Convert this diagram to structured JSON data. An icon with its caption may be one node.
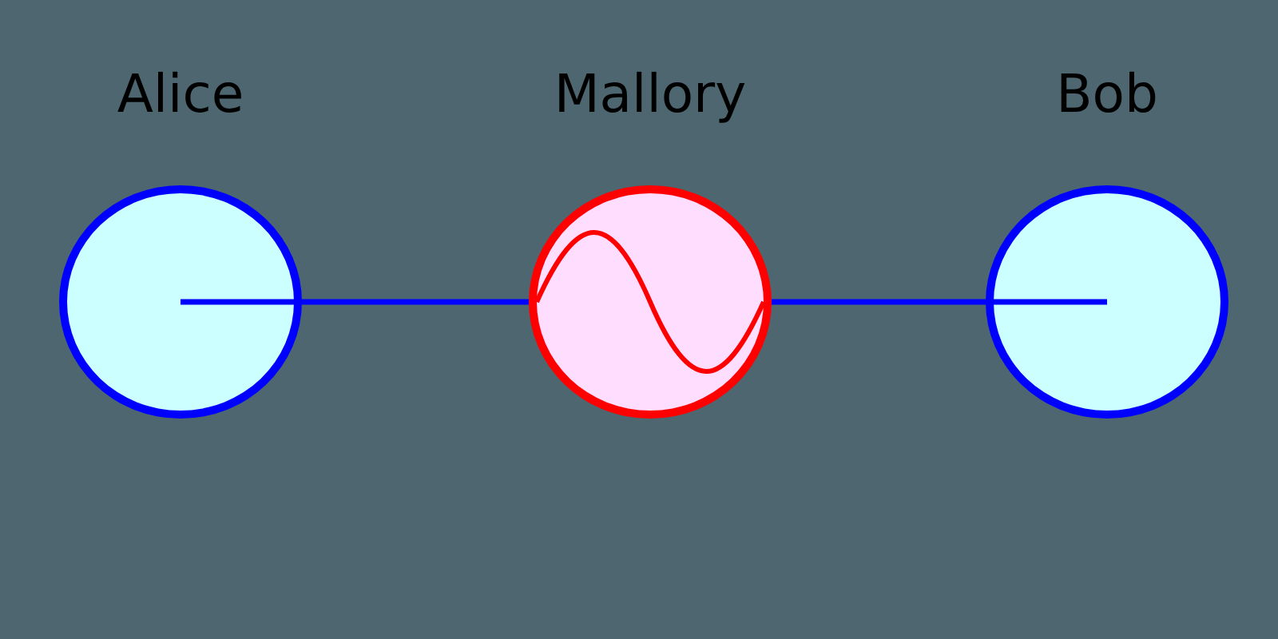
{
  "diagram": {
    "nodes": [
      {
        "text": [
          "Alice"
        ]
      },
      {
        "text": [
          "Mallory"
        ]
      },
      {
        "text": [
          "Bob"
        ]
      }
    ],
    "edges": [
      {
        "from": 0,
        "to": 1,
        "arrow": "none"
      },
      {
        "from": 1,
        "to": 2,
        "arrow": "none"
      }
    ]
  }
}
